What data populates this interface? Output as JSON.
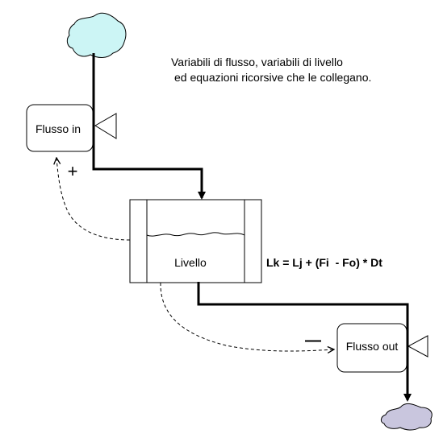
{
  "caption": {
    "line1": "Variabili di flusso, variabili di livello",
    "line2": "ed equazioni ricorsive che le collegano."
  },
  "nodes": {
    "flow_in": "Flusso in",
    "level": "Livello",
    "flow_out": "Flusso out"
  },
  "signs": {
    "positive": "+",
    "negative": "—"
  },
  "equation": "Lk = Lj + (Fi  - Fo) * Dt",
  "colors": {
    "source_cloud": "#ccf5f5",
    "sink_cloud": "#c9c6de",
    "stroke": "#000000"
  },
  "icons": {
    "source": "source-cloud-icon",
    "sink": "sink-cloud-icon",
    "valve": "valve-triangle-icon"
  }
}
